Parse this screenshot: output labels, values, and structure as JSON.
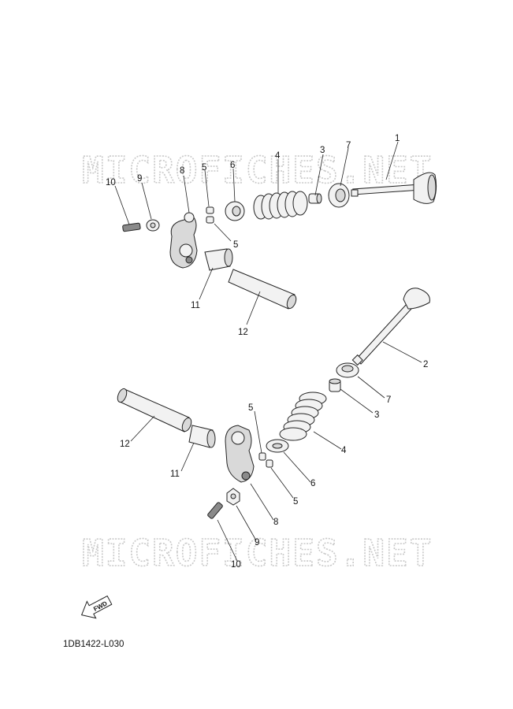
{
  "watermark": "MICROFICHES.NET",
  "reference_code": "1DB1422-L030",
  "fwd_label": "FWD",
  "callouts_top": {
    "c1": "1",
    "c3": "3",
    "c7": "7",
    "c4": "4",
    "c6": "6",
    "c5a": "5",
    "c5b": "5",
    "c8": "8",
    "c9": "9",
    "c10": "10",
    "c11": "11",
    "c12": "12"
  },
  "callouts_bottom": {
    "c2": "2",
    "c7": "7",
    "c3": "3",
    "c4": "4",
    "c6": "6",
    "c5a": "5",
    "c5b": "5",
    "c8": "8",
    "c9": "9",
    "c10": "10",
    "c11": "11",
    "c12": "12"
  }
}
